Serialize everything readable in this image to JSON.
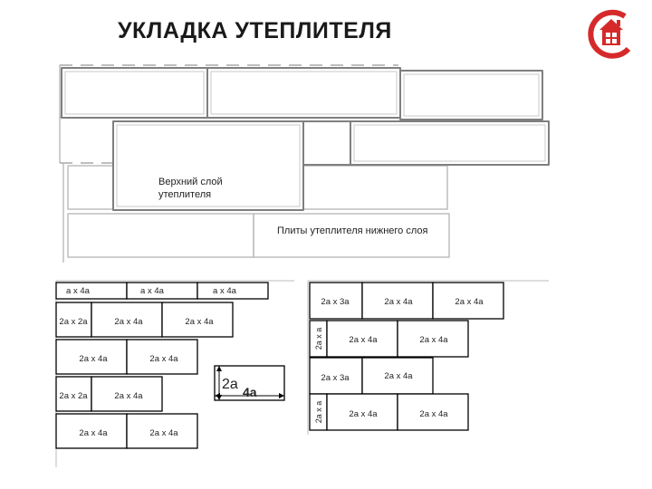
{
  "header": {
    "title": "УКЛАДКА УТЕПЛИТЕЛЯ",
    "logo_icon": "house-logo-icon",
    "logo_color": "#d62a2a"
  },
  "illustration": {
    "top_layer_label_line1": "Верхний слой",
    "top_layer_label_line2": "утеплителя",
    "bottom_layer_label": "Плиты утеплителя нижнего слоя"
  },
  "left_scheme": {
    "rows": [
      {
        "cells": [
          "a x 4a",
          "a x 4a",
          "a x 4a"
        ]
      },
      {
        "cells": [
          "2a x 2a",
          "2a x 4a",
          "2a x 4a"
        ]
      },
      {
        "cells": [
          "2a x 4a",
          "2a x 4a"
        ]
      },
      {
        "cells": [
          "2a x 2a",
          "2a x 4a"
        ]
      },
      {
        "cells": [
          "2a x 4a",
          "2a x 4a"
        ]
      }
    ]
  },
  "legend": {
    "height_label": "2a",
    "width_label": "4a"
  },
  "right_scheme": {
    "rows": [
      {
        "cells": [
          "2a x 3a",
          "2a x 4a",
          "2a x 4a"
        ]
      },
      {
        "side_label": "2a x a",
        "cells": [
          "2a x 4a",
          "2a x 4a"
        ]
      },
      {
        "cells": [
          "2a x 3a",
          "2a x 4a"
        ]
      },
      {
        "side_label": "2a x a",
        "cells": [
          "2a x 4a",
          "2a x 4a"
        ]
      }
    ]
  }
}
